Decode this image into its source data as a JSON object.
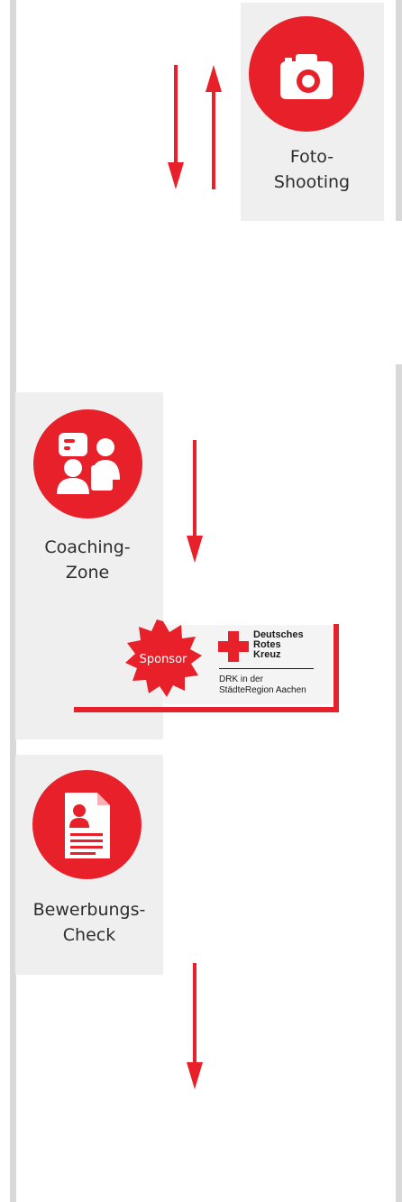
{
  "stations": {
    "foto": {
      "label_line1": "Foto-",
      "label_line2": "Shooting",
      "icon": "camera-icon"
    },
    "coaching": {
      "label_line1": "Coaching-",
      "label_line2": "Zone",
      "icon": "coaching-people-icon"
    },
    "bewerbung": {
      "label_line1": "Bewerbungs-",
      "label_line2": "Check",
      "icon": "resume-document-icon"
    }
  },
  "sponsor": {
    "badge": "Sponsor",
    "org_line1": "Deutsches",
    "org_line2": "Rotes",
    "org_line3": "Kreuz",
    "sub_line1": "DRK in der",
    "sub_line2": "StädteRegion Aachen"
  },
  "colors": {
    "accent": "#e8202a",
    "panel": "#efefef",
    "line": "#d9d9d9"
  }
}
